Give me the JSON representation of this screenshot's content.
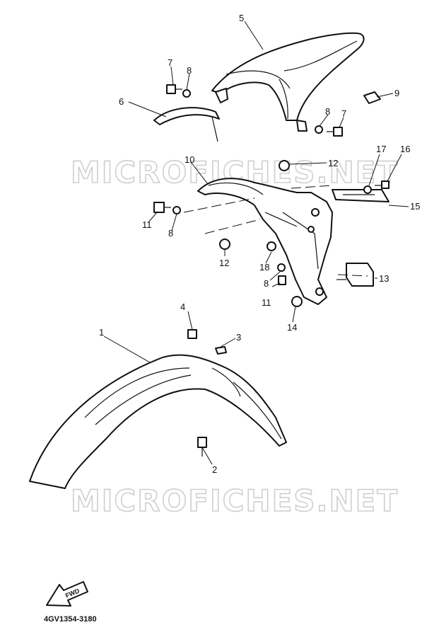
{
  "watermarks": [
    "MICROFICHES.NET",
    "MICROFICHES.NET"
  ],
  "callouts": [
    "1",
    "2",
    "3",
    "4",
    "5",
    "6",
    "7",
    "8",
    "7",
    "8",
    "9",
    "10",
    "11",
    "8",
    "12",
    "12",
    "13",
    "14",
    "11",
    "8",
    "18",
    "15",
    "16",
    "17"
  ],
  "fwd_label": "FWD",
  "diagram_code": "4GV1354-3180"
}
